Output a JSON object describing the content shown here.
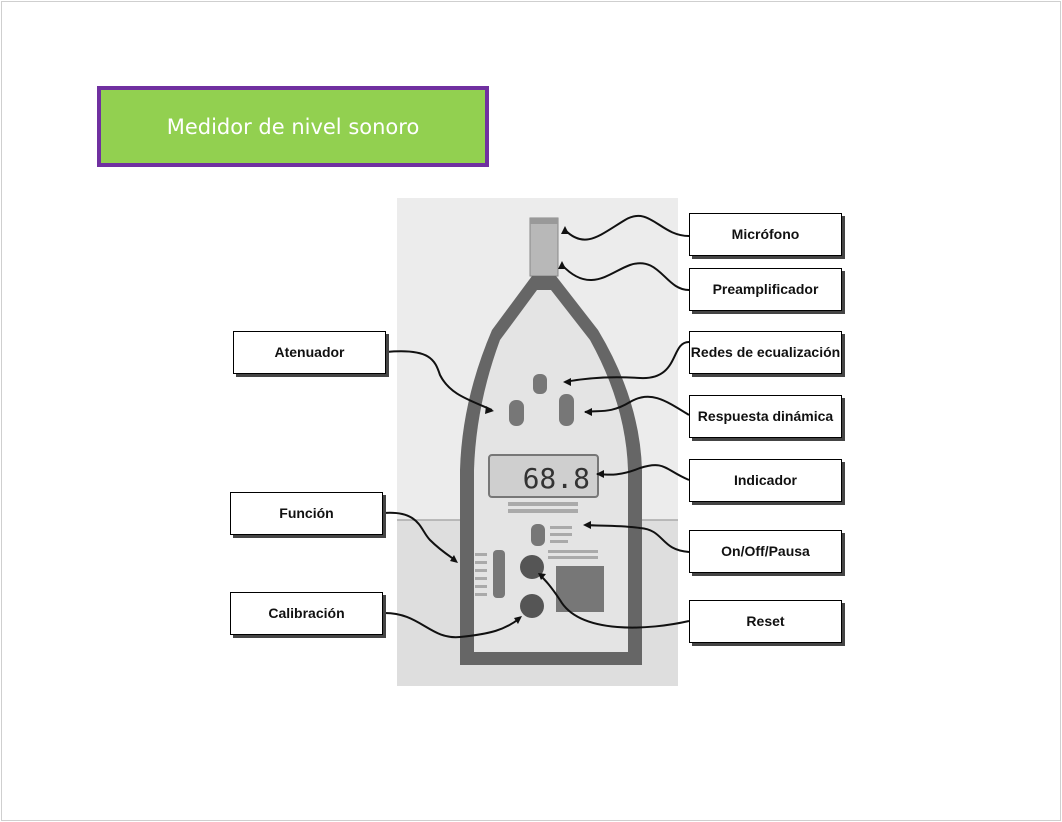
{
  "slide": {
    "title": "Medidor de nivel sonoro"
  },
  "device": {
    "display_reading": "68.8"
  },
  "labels": {
    "microfono": "Micrófono",
    "preamplificador": "Preamplificador",
    "redes": "Redes de ecualización",
    "respuesta": "Respuesta dinámica",
    "indicador": "Indicador",
    "onoff": "On/Off/Pausa",
    "reset": "Reset",
    "atenuador": "Atenuador",
    "funcion": "Función",
    "calibracion": "Calibración"
  },
  "colors": {
    "title_fill": "#92d050",
    "title_border": "#7030a0"
  }
}
